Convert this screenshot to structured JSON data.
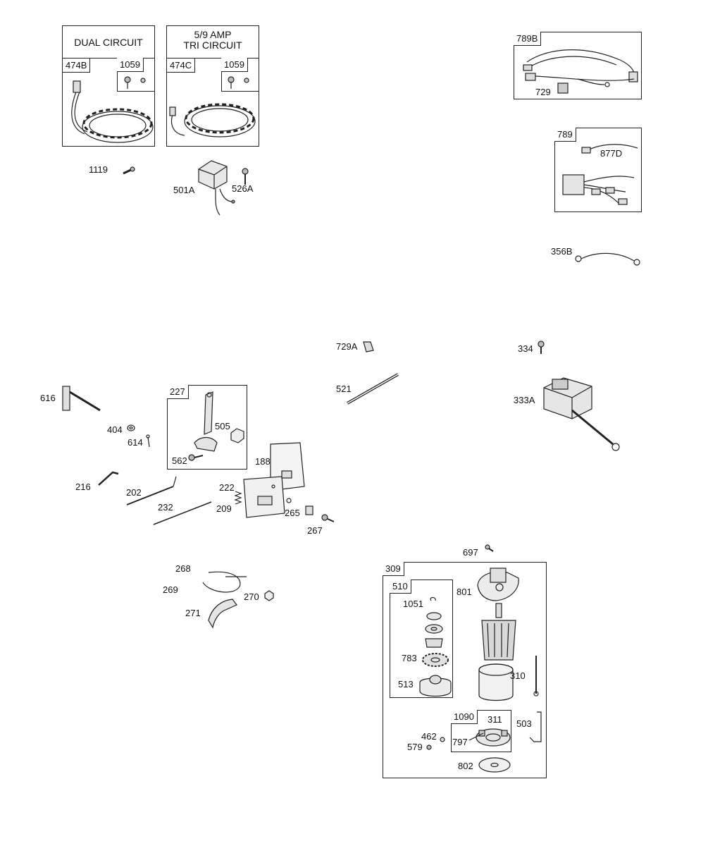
{
  "boxes": {
    "dual_circuit": {
      "header": "DUAL CIRCUIT",
      "part": "474B",
      "hardware": "1059"
    },
    "tri_circuit": {
      "header_line1": "5/9 AMP",
      "header_line2": "TRI CIRCUIT",
      "part": "474C",
      "hardware": "1059"
    },
    "harness_789b": {
      "part": "789B",
      "clip": "729"
    },
    "harness_789": {
      "part": "789",
      "sub": "877D"
    },
    "throttle_227": {
      "part": "227",
      "nut": "505",
      "screw": "562"
    },
    "starter_309": {
      "part": "309",
      "drive": "510",
      "brush": "1090",
      "brush_item": "311",
      "brush_spring": "797"
    }
  },
  "labels": {
    "p1119": "1119",
    "p501A": "501A",
    "p526A": "526A",
    "p356B": "356B",
    "p729A": "729A",
    "p334": "334",
    "p521": "521",
    "p333A": "333A",
    "p616": "616",
    "p404": "404",
    "p614": "614",
    "p188": "188",
    "p216": "216",
    "p202": "202",
    "p222": "222",
    "p232": "232",
    "p209": "209",
    "p265": "265",
    "p267": "267",
    "p268": "268",
    "p269": "269",
    "p270": "270",
    "p271": "271",
    "p697": "697",
    "p801": "801",
    "p1051": "1051",
    "p783": "783",
    "p310": "310",
    "p513": "513",
    "p503": "503",
    "p462": "462",
    "p579": "579",
    "p802": "802"
  },
  "colors": {
    "line": "#222222",
    "fill": "#f2f2f2",
    "shade": "#9a9a9a"
  }
}
